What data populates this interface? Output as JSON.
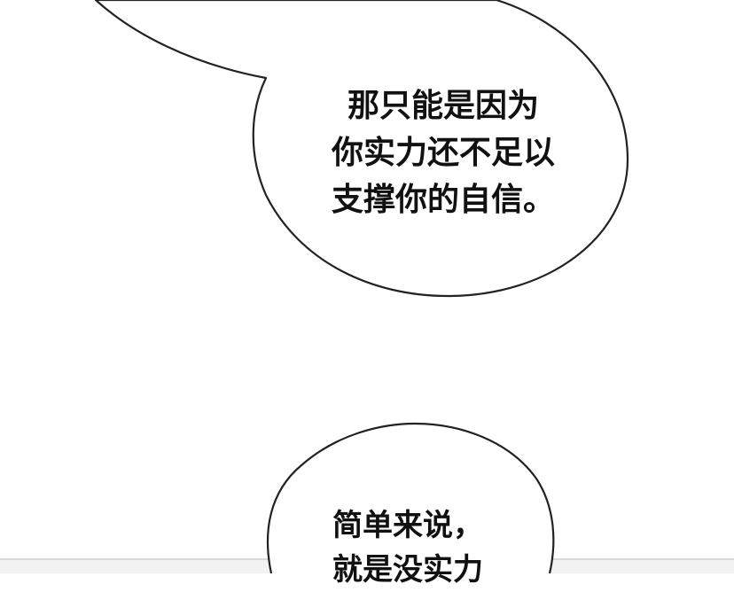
{
  "bubble_top": {
    "lines": [
      "那只能是因为",
      "你实力还不足以",
      "支撑你的自信。"
    ]
  },
  "bubble_bottom": {
    "lines": [
      "简单来说，",
      "就是没实力"
    ]
  },
  "colors": {
    "background": "#ffffff",
    "bubble_fill": "#ffffff",
    "bubble_outline": "#222222",
    "text": "#111111",
    "bottom_panel": "#f2f2f2"
  }
}
